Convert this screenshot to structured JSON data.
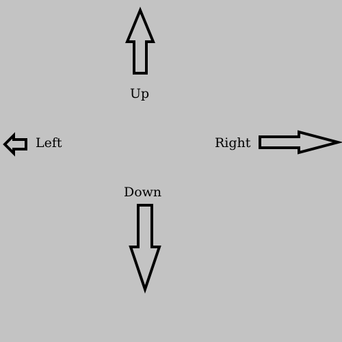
{
  "directions": {
    "up": {
      "label": "Up",
      "icon": "arrow-up-icon"
    },
    "left": {
      "label": "Left",
      "icon": "arrow-left-icon"
    },
    "right": {
      "label": "Right",
      "icon": "arrow-right-icon"
    },
    "down": {
      "label": "Down",
      "icon": "arrow-down-icon"
    }
  },
  "colors": {
    "background": "#c3c3c3",
    "arrow_fill": "#c3c3c3",
    "arrow_stroke": "#000000",
    "text": "#000000"
  }
}
